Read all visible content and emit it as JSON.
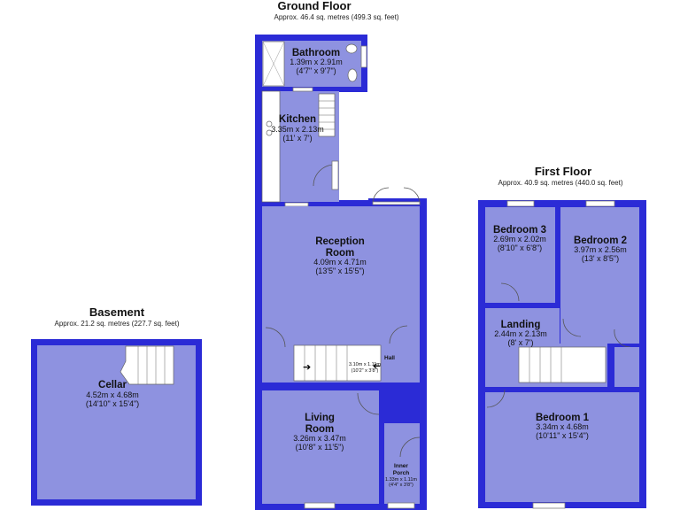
{
  "floors": {
    "ground": {
      "title": "Ground Floor",
      "area": "Approx. 46.4 sq. metres (499.3 sq. feet)"
    },
    "first": {
      "title": "First Floor",
      "area": "Approx. 40.9 sq. metres (440.0 sq. feet)"
    },
    "basement": {
      "title": "Basement",
      "area": "Approx. 21.2 sq. metres (227.7 sq. feet)"
    }
  },
  "rooms": {
    "bathroom": {
      "name": "Bathroom",
      "metric": "1.39m x 2.91m",
      "imperial": "(4'7\" x 9'7\")"
    },
    "kitchen": {
      "name": "Kitchen",
      "metric": "3.35m x 2.13m",
      "imperial": "(11' x 7')"
    },
    "reception": {
      "name1": "Reception",
      "name2": "Room",
      "metric": "4.09m x 4.71m",
      "imperial": "(13'5\" x 15'5\")"
    },
    "hall": {
      "name": "Hall",
      "metric": "3.10m x 1.11m",
      "imperial": "(10'2\" x 3'8\")"
    },
    "living": {
      "name1": "Living",
      "name2": "Room",
      "metric": "3.26m x 3.47m",
      "imperial": "(10'8\" x 11'5\")"
    },
    "porch": {
      "name1": "Inner",
      "name2": "Porch",
      "metric": "1.33m x 1.11m",
      "imperial": "(4'4\" x 3'8\")"
    },
    "bedroom3": {
      "name": "Bedroom 3",
      "metric": "2.69m x 2.02m",
      "imperial": "(8'10\" x 6'8\")"
    },
    "bedroom2": {
      "name": "Bedroom 2",
      "metric": "3.97m x 2.56m",
      "imperial": "(13' x 8'5\")"
    },
    "landing": {
      "name": "Landing",
      "metric": "2.44m x 2.13m",
      "imperial": "(8' x 7')"
    },
    "bedroom1": {
      "name": "Bedroom 1",
      "metric": "3.34m x 4.68m",
      "imperial": "(10'11\" x 15'4\")"
    },
    "cellar": {
      "name": "Cellar",
      "metric": "4.52m x 4.68m",
      "imperial": "(14'10\" x 15'4\")"
    }
  },
  "colors": {
    "wall": "#2b2bd6",
    "room": "#8e92e0"
  }
}
